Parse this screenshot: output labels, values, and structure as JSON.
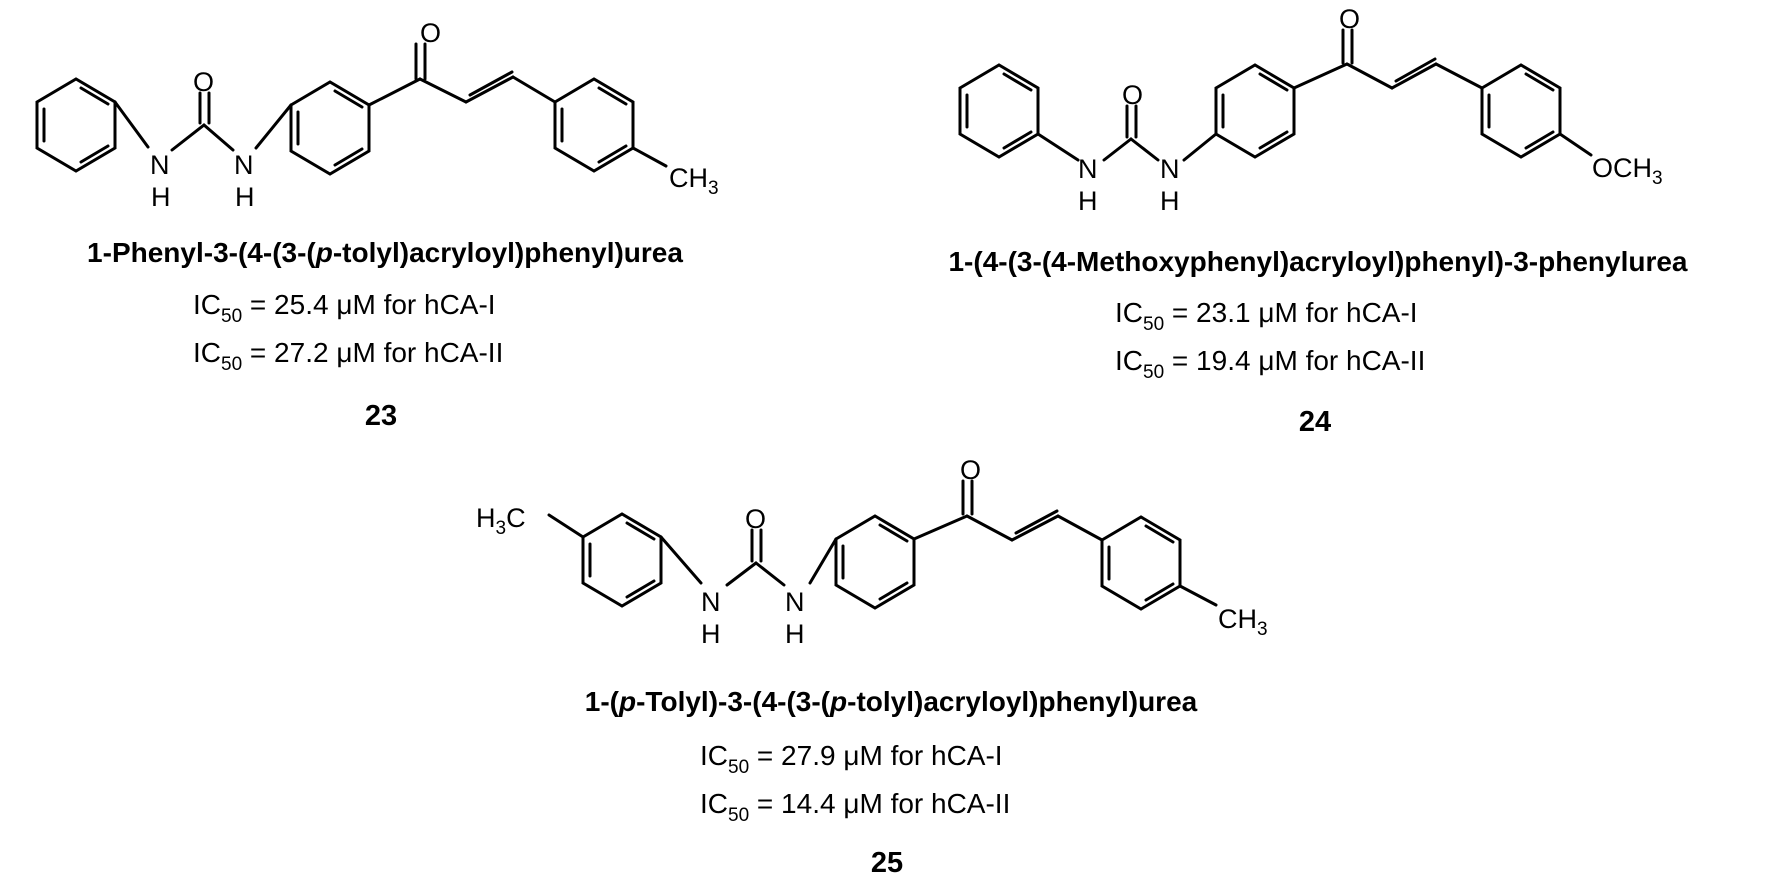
{
  "compounds": [
    {
      "name_prefix": "1-Phenyl-3-(4-(3-(",
      "name_italic": "p",
      "name_suffix": "-tolyl)acryloyl)phenyl)urea",
      "ic_label": "IC",
      "ic_subscript": "50",
      "activity_1": " = 25.4 μM for hCA-I",
      "activity_2": " = 27.2 μM for hCA-II",
      "number": "23",
      "left_label": "",
      "left_sub": "",
      "right_label": "CH",
      "right_sub": "3"
    },
    {
      "name_full": "1-(4-(3-(4-Methoxyphenyl)acryloyl)phenyl)-3-phenylurea",
      "ic_label": "IC",
      "ic_subscript": "50",
      "activity_1": " = 23.1 μM for hCA-I",
      "activity_2": " = 19.4 μM for hCA-II",
      "number": "24",
      "left_label": "",
      "left_sub": "",
      "right_label": "OCH",
      "right_sub": "3"
    },
    {
      "name_part1": "1-(",
      "name_italic1": "p",
      "name_part2": "-Tolyl)-3-(4-(3-(",
      "name_italic2": "p",
      "name_part3": "-tolyl)acryloyl)phenyl)urea",
      "ic_label": "IC",
      "ic_subscript": "50",
      "activity_1": " = 27.9 μM for hCA-I",
      "activity_2": " = 14.4 μM for hCA-II",
      "number": "25",
      "left_label": "H",
      "left_sub": "3",
      "left_tail": "C",
      "right_label": "CH",
      "right_sub": "3"
    }
  ],
  "atoms": {
    "oxygen": "O",
    "nitrogen": "N",
    "hydrogen": "H"
  }
}
